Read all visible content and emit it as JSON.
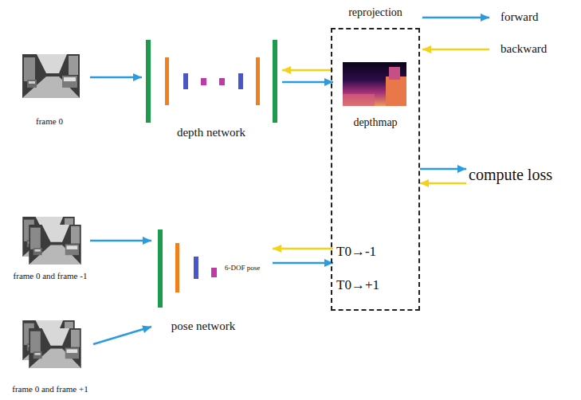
{
  "diagram": {
    "nodes": [
      {
        "text": [
          "frame 0"
        ]
      },
      {
        "text": [
          "depth network"
        ]
      },
      {
        "text": [
          "reprojection"
        ]
      },
      {
        "text": [
          "depthmap"
        ],
        "in": 2
      },
      {
        "text": [
          "T0→-1"
        ],
        "in": 2
      },
      {
        "text": [
          "T0→+1"
        ],
        "in": 2
      },
      {
        "text": [
          "compute loss"
        ]
      },
      {
        "text": [
          "frame 0 and frame -1"
        ]
      },
      {
        "text": [
          "frame 0 and frame +1"
        ]
      },
      {
        "text": [
          "pose network",
          "6-DOF pose"
        ]
      }
    ],
    "edges": [
      {
        "from": 0,
        "to": 1,
        "arrow": "to"
      },
      {
        "from": 1,
        "to": 3,
        "arrow": "to"
      },
      {
        "from": 3,
        "to": 1,
        "arrow": "to"
      },
      {
        "from": 7,
        "to": 9,
        "arrow": "to"
      },
      {
        "from": 8,
        "to": 9,
        "arrow": "to"
      },
      {
        "from": 9,
        "to": 4,
        "arrow": "to"
      },
      {
        "from": 4,
        "to": 9,
        "arrow": "to"
      },
      {
        "from": 2,
        "to": 6,
        "arrow": "to"
      },
      {
        "from": 6,
        "to": 2,
        "arrow": "to"
      }
    ],
    "legend": [
      {
        "text": "forward"
      },
      {
        "text": "backward"
      }
    ]
  }
}
